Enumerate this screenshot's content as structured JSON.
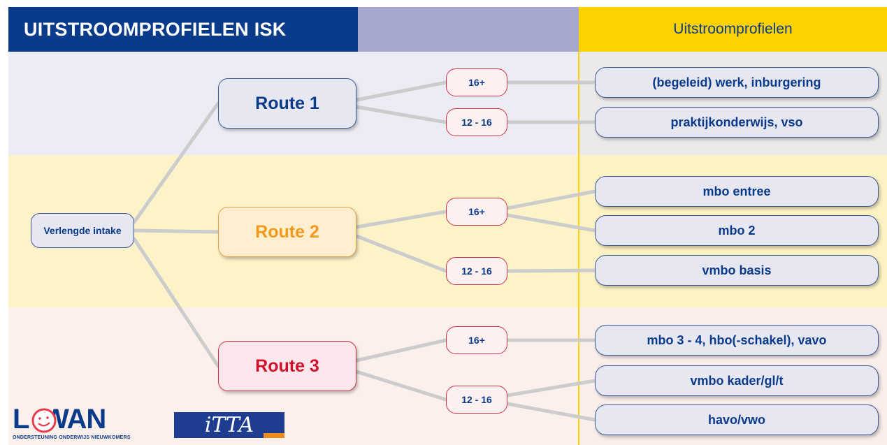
{
  "header": {
    "title": "UITSTROOMPROFIELEN ISK",
    "column_title": "Uitstroomprofielen"
  },
  "start": {
    "label": "Verlengde intake"
  },
  "routes": [
    {
      "label": "Route 1",
      "ages": [
        {
          "label": "16+",
          "outcomes": [
            "(begeleid) werk, inburgering"
          ]
        },
        {
          "label": "12 - 16",
          "outcomes": [
            "praktijkonderwijs, vso"
          ]
        }
      ]
    },
    {
      "label": "Route 2",
      "ages": [
        {
          "label": "16+",
          "outcomes": [
            "mbo entree",
            "mbo 2"
          ]
        },
        {
          "label": "12 - 16",
          "outcomes": [
            "vmbo basis"
          ]
        }
      ]
    },
    {
      "label": "Route 3",
      "ages": [
        {
          "label": "16+",
          "outcomes": [
            "mbo 3 - 4, hbo(-schakel), vavo"
          ]
        },
        {
          "label": "12 - 16",
          "outcomes": [
            "vmbo kader/gl/t",
            "havo/vwo"
          ]
        }
      ]
    }
  ],
  "logos": {
    "lowan": "L  WAN",
    "lowan_subtitle": "ONDERSTEUNING ONDERWIJS NIEUWKOMERS",
    "itta": "iTTA"
  },
  "colors": {
    "navy": "#0a3a8a",
    "route2_orange": "#f39a1c",
    "route3_red": "#d0112b",
    "yellow": "#fed200",
    "connector": "#cccccc"
  }
}
